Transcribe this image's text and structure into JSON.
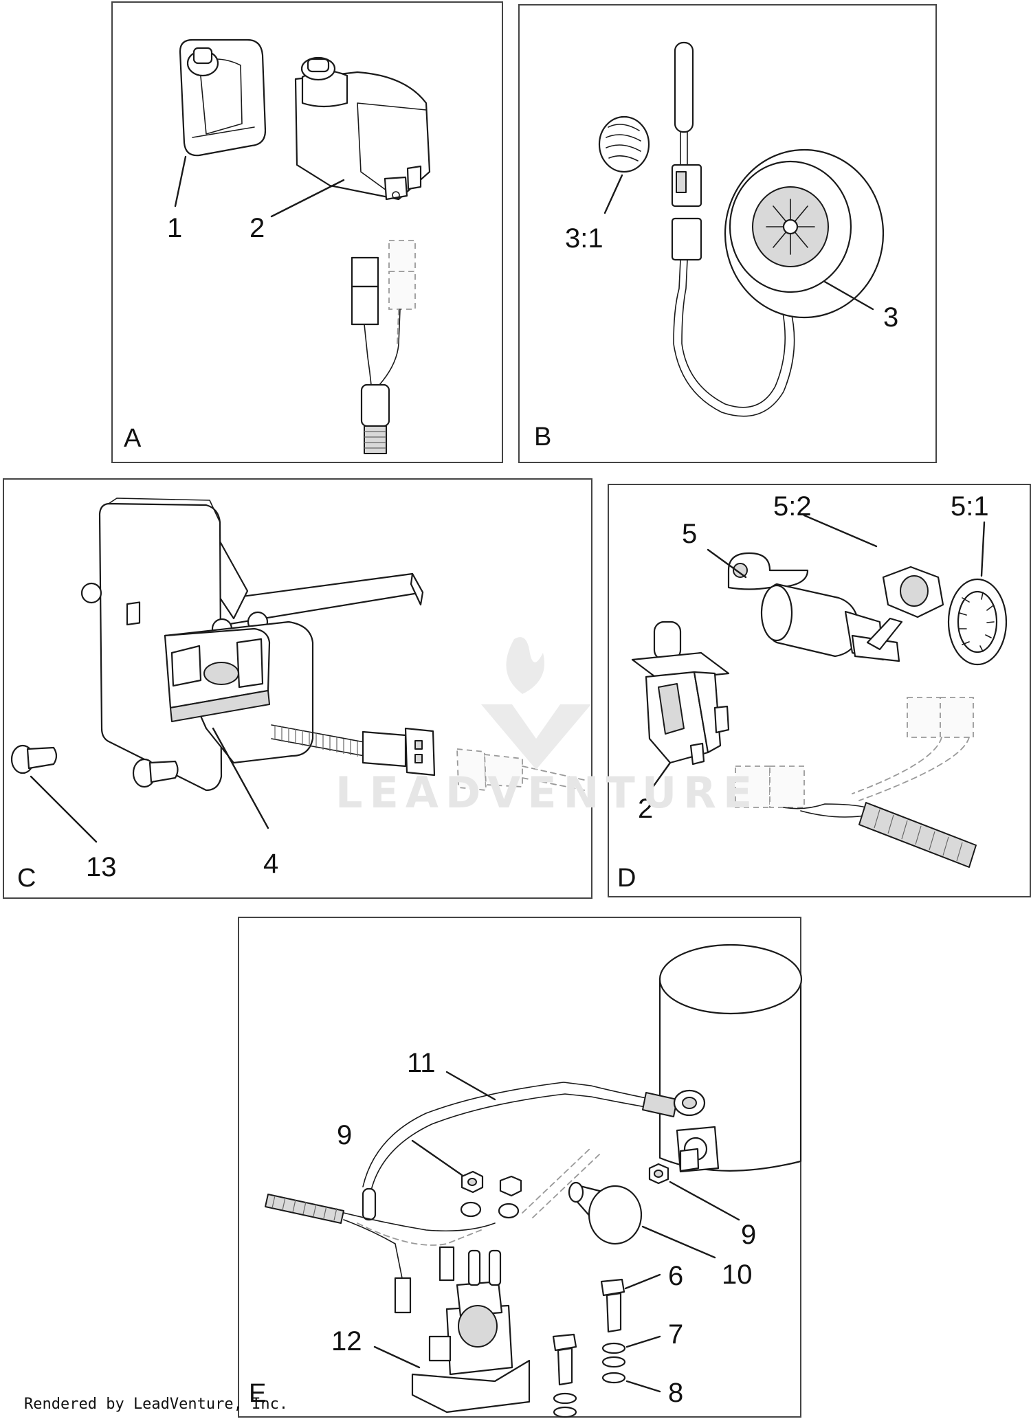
{
  "panels": {
    "A": {
      "label": "A",
      "callouts": [
        "1",
        "2"
      ]
    },
    "B": {
      "label": "B",
      "callouts": [
        "3:1",
        "3"
      ]
    },
    "C": {
      "label": "C",
      "callouts": [
        "13",
        "4"
      ]
    },
    "D": {
      "label": "D",
      "callouts": [
        "5",
        "5:2",
        "5:1",
        "2"
      ]
    },
    "E": {
      "label": "E",
      "callouts": [
        "11",
        "9",
        "9",
        "10",
        "6",
        "7",
        "12",
        "8"
      ]
    }
  },
  "watermark": "LEADVENTURE",
  "footer": "Rendered by LeadVenture, Inc."
}
